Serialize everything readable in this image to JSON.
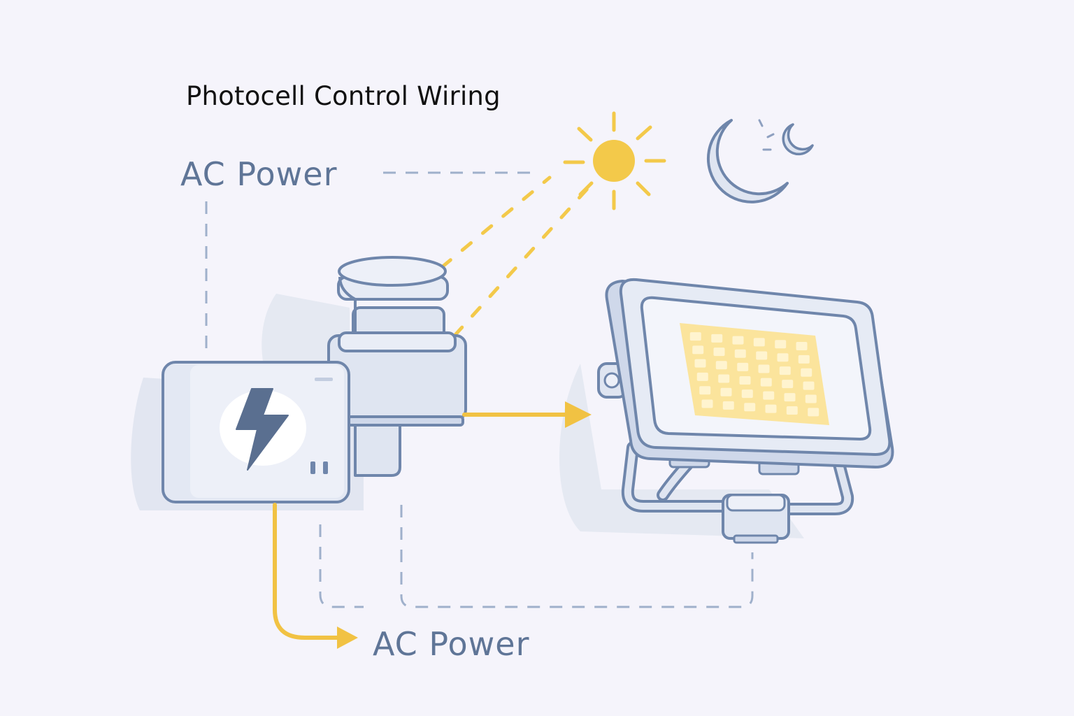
{
  "diagram": {
    "title": "Photocell Control Wiring",
    "power_label_top": "AC Power",
    "power_label_bottom": "AC Power"
  },
  "colors": {
    "background": "#f5f4fb",
    "outline": "#6f86ab",
    "body_fill": "#dfe5f1",
    "body_fill_light": "#edf0f8",
    "dashed_line": "#9fb0cb",
    "live_wire": "#f1c243",
    "sun": "#f3c94a",
    "led": "#fbe49c",
    "label": "#5f7597",
    "title": "#111111"
  },
  "icons": [
    "sun-icon",
    "moon-icon",
    "lightning-bolt-icon",
    "photocell-sensor",
    "floodlight"
  ]
}
